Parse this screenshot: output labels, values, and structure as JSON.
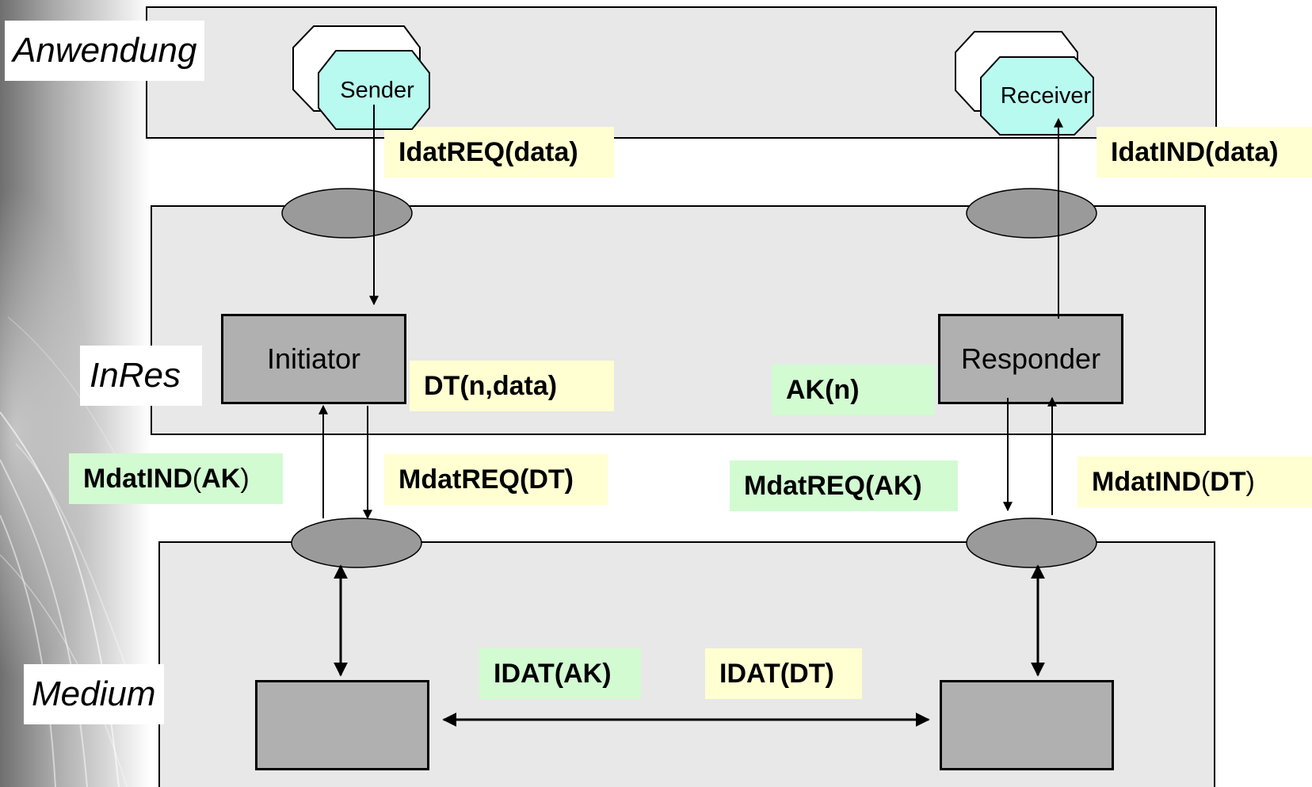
{
  "layers": {
    "anwendung": "Anwendung",
    "inres": "InRes",
    "medium": "Medium"
  },
  "nodes": {
    "sender": "Sender",
    "receiver": "Receiver",
    "initiator": "Initiator",
    "responder": "Responder"
  },
  "messages": {
    "idat_req": "IdatREQ(data)",
    "idat_ind": "IdatIND(data)",
    "dt": "DT(n,data)",
    "ak": "AK(n)",
    "mdat_ind_ak": {
      "name": "MdatIND",
      "open": "(",
      "arg": "AK",
      "close": ")"
    },
    "mdat_req_dt": "MdatREQ(DT)",
    "mdat_req_ak": "MdatREQ(AK)",
    "mdat_ind_dt": {
      "name": "MdatIND",
      "open": "(",
      "arg": "DT",
      "close": ")"
    },
    "idat_ak": "IDAT(AK)",
    "idat_dt": "IDAT(DT)"
  },
  "colors": {
    "request_tag": "#ffffd2",
    "ack_tag": "#d2fbd2",
    "layer_fill": "#e8e8e8",
    "box_fill": "#b0b0b0",
    "sap_fill": "#9a9a9a",
    "app_node_fill": "#b8faf0"
  }
}
